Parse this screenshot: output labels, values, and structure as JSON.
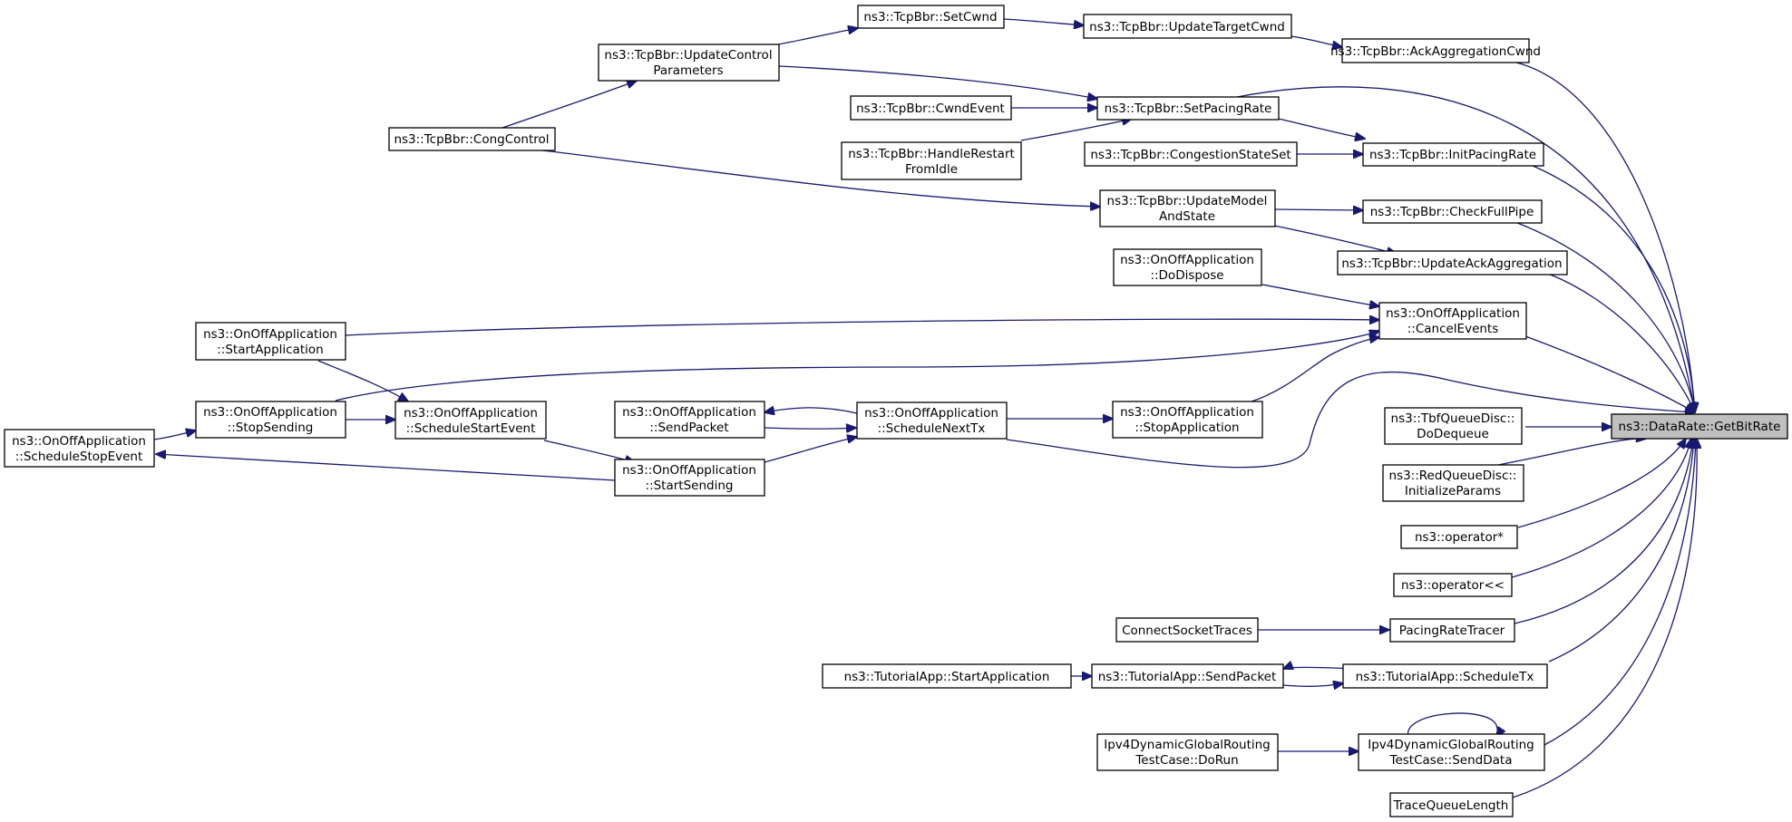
{
  "colors": {
    "edge": "#191970",
    "focus_fill": "#bfbfbf",
    "node_fill": "#ffffff"
  },
  "nodes": {
    "getbitrate": [
      "ns3::DataRate::GetBitRate"
    ],
    "ackaggcwnd": [
      "ns3::TcpBbr::AckAggregationCwnd"
    ],
    "setpacing": [
      "ns3::TcpBbr::SetPacingRate"
    ],
    "initpacing": [
      "ns3::TcpBbr::InitPacingRate"
    ],
    "checkfullpipe": [
      "ns3::TcpBbr::CheckFullPipe"
    ],
    "updateackagg": [
      "ns3::TcpBbr::UpdateAckAggregation"
    ],
    "cancelevents": [
      "ns3::OnOffApplication",
      "::CancelEvents"
    ],
    "schednexttx": [
      "ns3::OnOffApplication",
      "::ScheduleNextTx"
    ],
    "tbfdequeue": [
      "ns3::TbfQueueDisc::",
      "DoDequeue"
    ],
    "redinit": [
      "ns3::RedQueueDisc::",
      "InitializeParams"
    ],
    "opmul": [
      "ns3::operator*"
    ],
    "opshl": [
      "ns3::operator<<"
    ],
    "pacingtracer": [
      "PacingRateTracer"
    ],
    "tutsched": [
      "ns3::TutorialApp::ScheduleTx"
    ],
    "ipv4send": [
      "Ipv4DynamicGlobalRouting",
      "TestCase::SendData"
    ],
    "tracequeue": [
      "TraceQueueLength"
    ],
    "updatetarget": [
      "ns3::TcpBbr::UpdateTargetCwnd"
    ],
    "setcwnd": [
      "ns3::TcpBbr::SetCwnd"
    ],
    "updatectrl": [
      "ns3::TcpBbr::UpdateControl",
      "Parameters"
    ],
    "congcontrol": [
      "ns3::TcpBbr::CongControl"
    ],
    "cwndevent": [
      "ns3::TcpBbr::CwndEvent"
    ],
    "handlerestart": [
      "ns3::TcpBbr::HandleRestart",
      "FromIdle"
    ],
    "congstateset": [
      "ns3::TcpBbr::CongestionStateSet"
    ],
    "updatemodel": [
      "ns3::TcpBbr::UpdateModel",
      "AndState"
    ],
    "dodispose": [
      "ns3::OnOffApplication",
      "::DoDispose"
    ],
    "startapp": [
      "ns3::OnOffApplication",
      "::StartApplication"
    ],
    "stopsending": [
      "ns3::OnOffApplication",
      "::StopSending"
    ],
    "schedstart": [
      "ns3::OnOffApplication",
      "::ScheduleStartEvent"
    ],
    "schedstop": [
      "ns3::OnOffApplication",
      "::ScheduleStopEvent"
    ],
    "startsending": [
      "ns3::OnOffApplication",
      "::StartSending"
    ],
    "sendpacket": [
      "ns3::OnOffApplication",
      "::SendPacket"
    ],
    "stopapp": [
      "ns3::OnOffApplication",
      "::StopApplication"
    ],
    "connsock": [
      "ConnectSocketTraces"
    ],
    "tutstartapp": [
      "ns3::TutorialApp::StartApplication"
    ],
    "tutsend": [
      "ns3::TutorialApp::SendPacket"
    ],
    "ipv4dorun": [
      "Ipv4DynamicGlobalRouting",
      "TestCase::DoRun"
    ]
  }
}
